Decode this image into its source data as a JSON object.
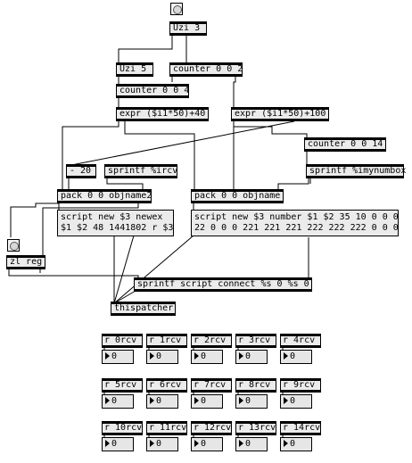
{
  "objects": {
    "uzi3": "Uzi 3",
    "uzi5": "Uzi 5",
    "counter002": "counter 0 0 2",
    "counter004": "counter 0 0 4",
    "expr40": "expr ($i1*50)+40",
    "expr100": "expr ($i1*50)+100",
    "counter0014": "counter 0 0 14",
    "minus20": "- 20",
    "sprintf_ircv": "sprintf %ircv",
    "sprintf_imynumbox": "sprintf %imynumbox",
    "pack_objname2": "pack 0 0 objname2",
    "pack_objname": "pack 0 0 objname",
    "zl_reg": "zl reg",
    "sprintf_connect": "sprintf script connect %s 0 %s 0",
    "thispatcher": "thispatcher"
  },
  "messages": {
    "newex": "script new $3 newex\n$1 $2 48 1441802 r $3",
    "number": "script new $3 number $1 $2 35 10 0 0 0\n22 0 0 0 221 221 221 222 222 222 0 0 0"
  },
  "receivers": [
    {
      "label": "r 0rcv",
      "value": "0"
    },
    {
      "label": "r 1rcv",
      "value": "0"
    },
    {
      "label": "r 2rcv",
      "value": "0"
    },
    {
      "label": "r 3rcv",
      "value": "0"
    },
    {
      "label": "r 4rcv",
      "value": "0"
    },
    {
      "label": "r 5rcv",
      "value": "0"
    },
    {
      "label": "r 6rcv",
      "value": "0"
    },
    {
      "label": "r 7rcv",
      "value": "0"
    },
    {
      "label": "r 8rcv",
      "value": "0"
    },
    {
      "label": "r 9rcv",
      "value": "0"
    },
    {
      "label": "r 10rcv",
      "value": "0"
    },
    {
      "label": "r 11rcv",
      "value": "0"
    },
    {
      "label": "r 12rcv",
      "value": "0"
    },
    {
      "label": "r 13rcv",
      "value": "0"
    },
    {
      "label": "r 14rcv",
      "value": "0"
    }
  ]
}
